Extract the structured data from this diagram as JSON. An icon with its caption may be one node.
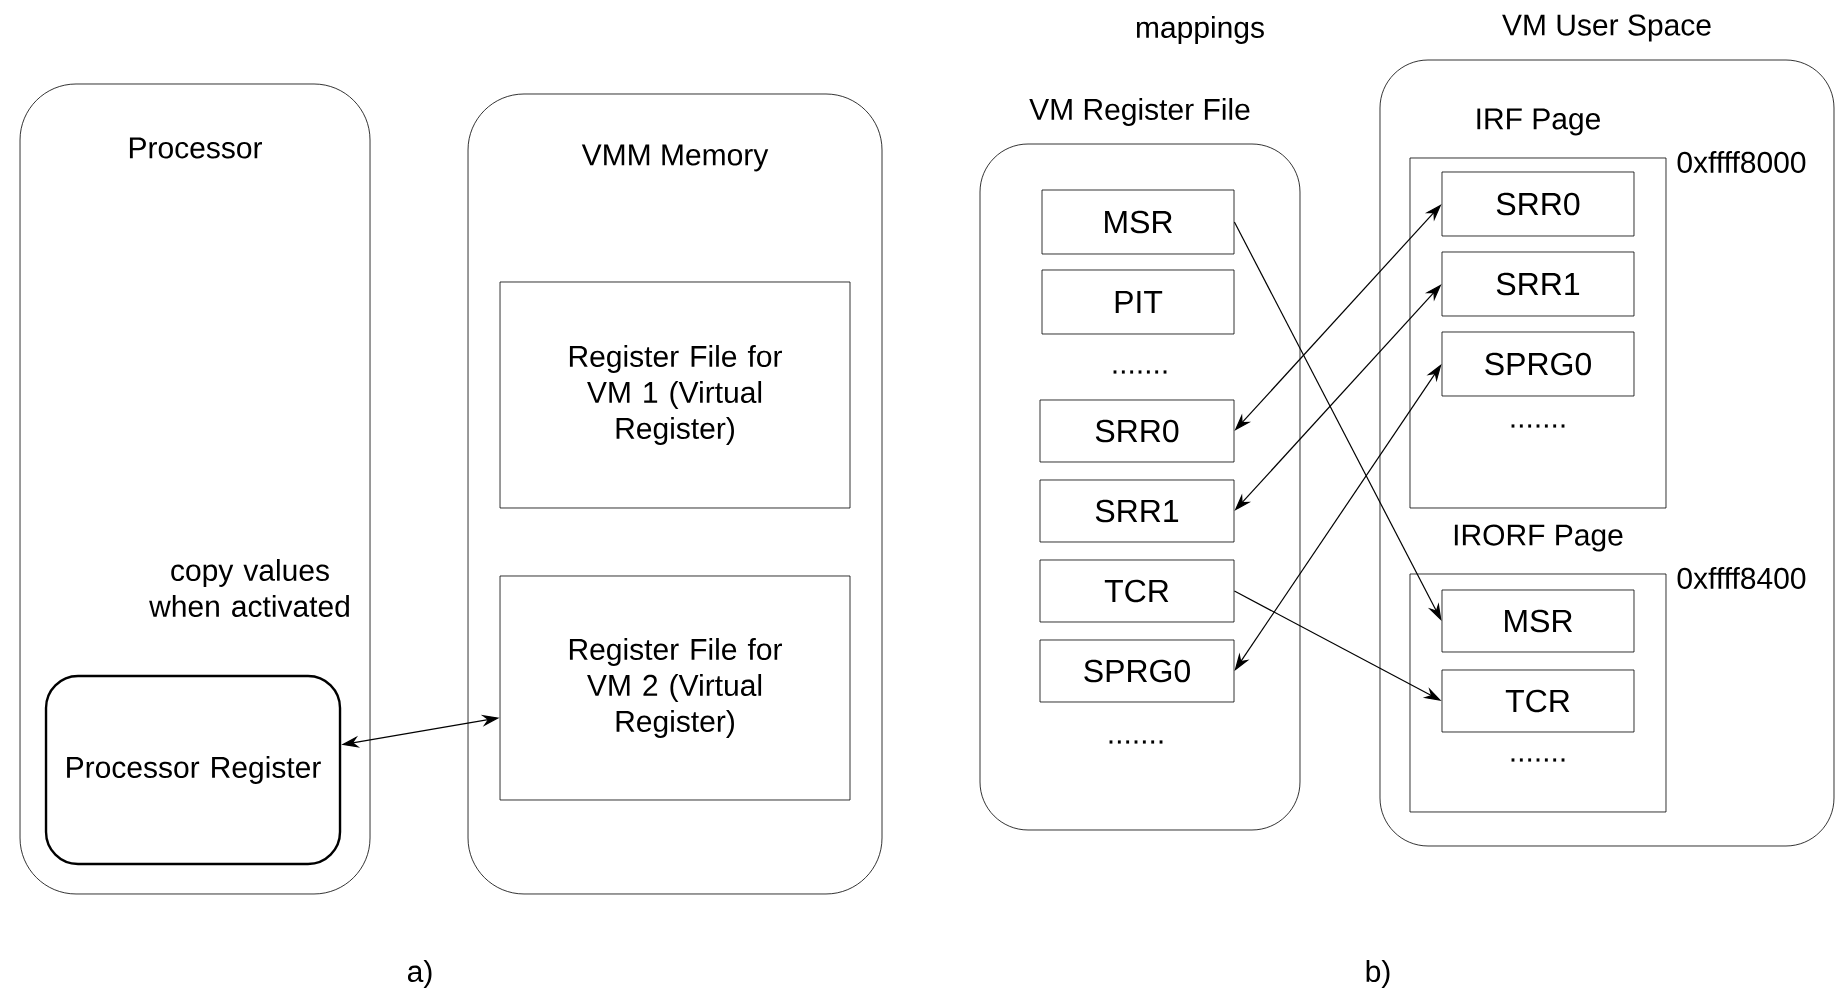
{
  "diagram": {
    "nodes": [
      {
        "text": [
          "Processor"
        ]
      },
      {
        "text": [
          "Processor Register"
        ],
        "in": 0
      },
      {
        "text": [
          "VMM Memory"
        ]
      },
      {
        "text": [
          "Register File for VM 1 (Virtual Register)"
        ],
        "in": 2
      },
      {
        "text": [
          "Register File for VM 2 (Virtual Register)"
        ],
        "in": 2
      },
      {
        "text": [
          "VM Register File",
          ".......",
          "......."
        ]
      },
      {
        "text": [
          "MSR"
        ],
        "in": 5
      },
      {
        "text": [
          "PIT"
        ],
        "in": 5
      },
      {
        "text": [
          "SRR0"
        ],
        "in": 5
      },
      {
        "text": [
          "SRR1"
        ],
        "in": 5
      },
      {
        "text": [
          "TCR"
        ],
        "in": 5
      },
      {
        "text": [
          "SPRG0"
        ],
        "in": 5
      },
      {
        "text": [
          "VM User Space"
        ]
      },
      {
        "text": [
          "IRF Page",
          "......."
        ],
        "beside": [
          "0xffff8000"
        ],
        "in": 12
      },
      {
        "text": [
          "SRR0"
        ],
        "in": 13
      },
      {
        "text": [
          "SRR1"
        ],
        "in": 13
      },
      {
        "text": [
          "SPRG0"
        ],
        "in": 13
      },
      {
        "text": [
          "IRORF Page",
          "......."
        ],
        "beside": [
          "0xffff8400"
        ],
        "in": 12
      },
      {
        "text": [
          "MSR"
        ],
        "in": 17
      },
      {
        "text": [
          "TCR"
        ],
        "in": 17
      }
    ],
    "edges": [
      {
        "from": 1,
        "to": 4,
        "arrow": "both"
      },
      {
        "from": 6,
        "to": 18,
        "arrow": "to"
      },
      {
        "from": 14,
        "to": 8,
        "arrow": "both"
      },
      {
        "from": 15,
        "to": 9,
        "arrow": "both"
      },
      {
        "from": 10,
        "to": 19,
        "arrow": "to"
      },
      {
        "from": 16,
        "to": 11,
        "arrow": "both"
      }
    ],
    "labels": [
      "mappings",
      "copy values when activated",
      "a)",
      "b)"
    ]
  }
}
